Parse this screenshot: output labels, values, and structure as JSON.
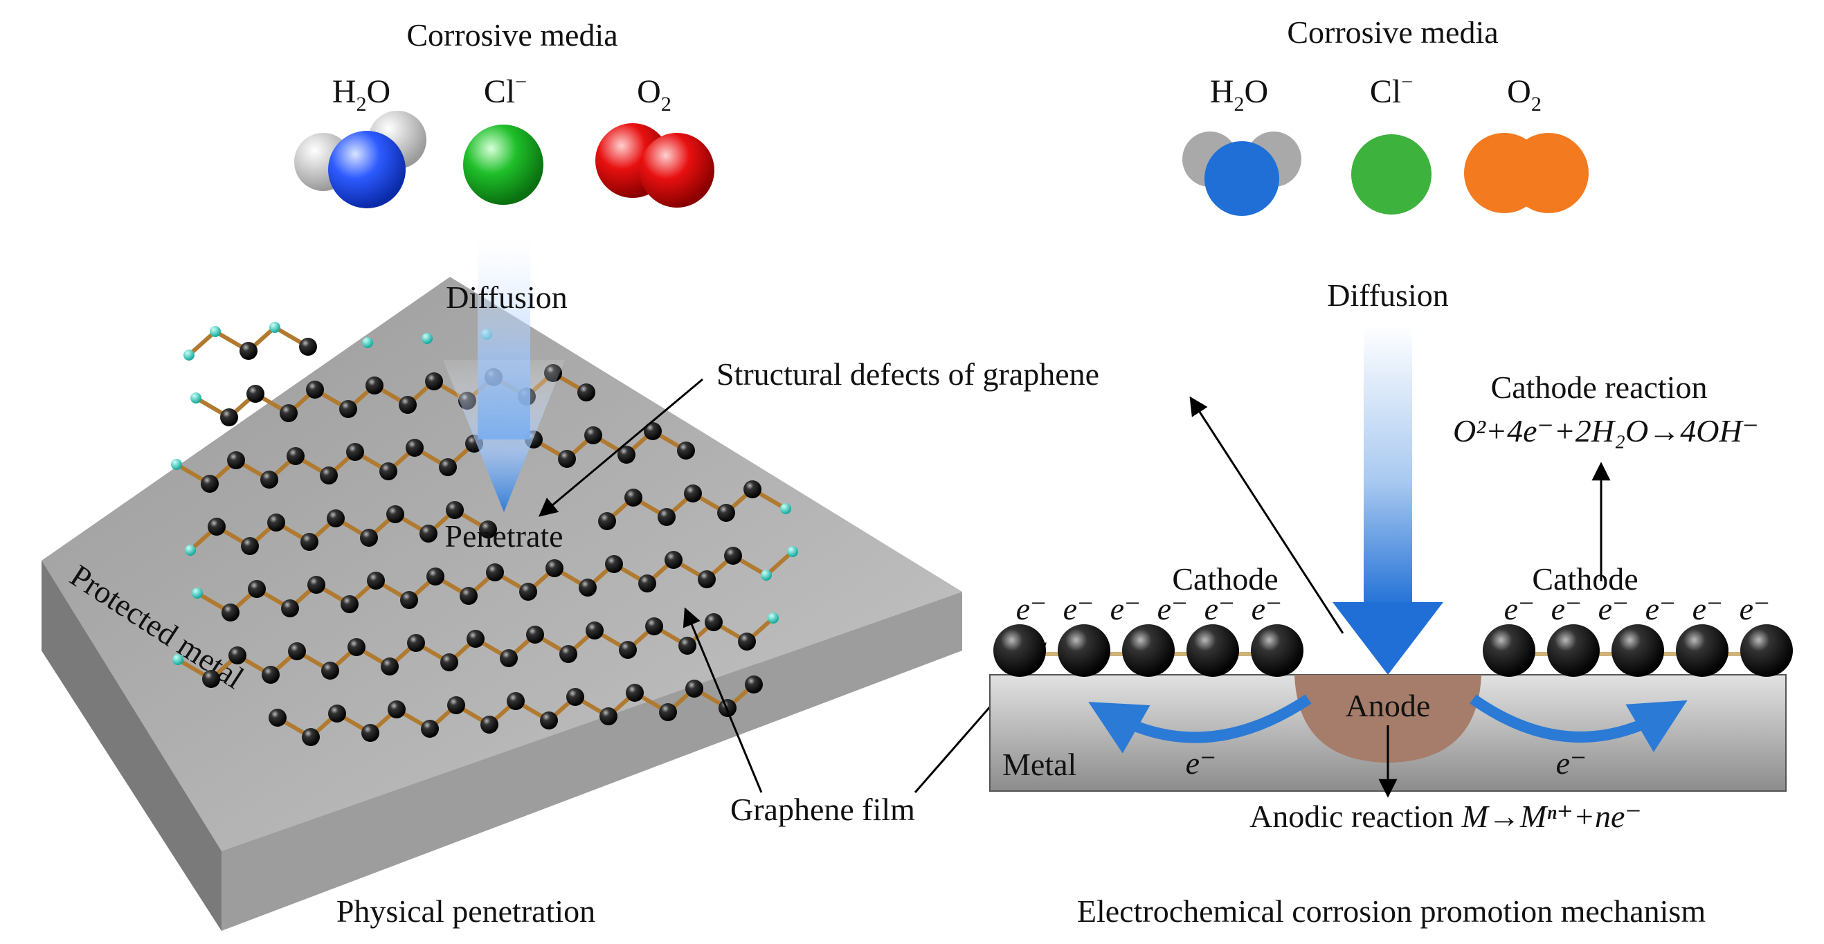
{
  "left_panel": {
    "heading": "Corrosive media",
    "molecules": [
      {
        "label": "H",
        "sub": "2",
        "tail": "O",
        "name": "water"
      },
      {
        "label": "Cl",
        "sup": "−",
        "name": "chloride"
      },
      {
        "label": "O",
        "sub": "2",
        "name": "oxygen"
      }
    ],
    "diffusion": "Diffusion",
    "penetrate": "Penetrate",
    "defects": "Structural defects of graphene",
    "metal_label": "Protected metal",
    "film_label": "Graphene film",
    "caption": "Physical penetration"
  },
  "right_panel": {
    "heading": "Corrosive media",
    "molecules": [
      {
        "label": "H",
        "sub": "2",
        "tail": "O",
        "name": "water"
      },
      {
        "label": "Cl",
        "sup": "−",
        "name": "chloride"
      },
      {
        "label": "O",
        "sub": "2",
        "name": "oxygen"
      }
    ],
    "diffusion": "Diffusion",
    "cathode_reaction_title": "Cathode reaction",
    "cathode_equation": "O²+4e⁻+2H₂O→4OH⁻",
    "cathode_left": "Cathode",
    "cathode_right": "Cathode",
    "electron": "e⁻",
    "anode": "Anode",
    "metal": "Metal",
    "anodic_reaction_label": "Anodic reaction",
    "anodic_equation": "M→Mⁿ⁺+ne⁻",
    "caption": "Electrochemical corrosion promotion mechanism"
  },
  "colors": {
    "water_left": "#2e5bff",
    "chloride_left": "#1fbf2a",
    "oxygen_left": "#e81010",
    "water_right": "#1f6fd6",
    "chloride_right": "#3db33d",
    "oxygen_right": "#f47a20",
    "anode": "#a57d6a",
    "metal": "#b9b9b9",
    "arrow_blue": "#2b7ad6"
  }
}
